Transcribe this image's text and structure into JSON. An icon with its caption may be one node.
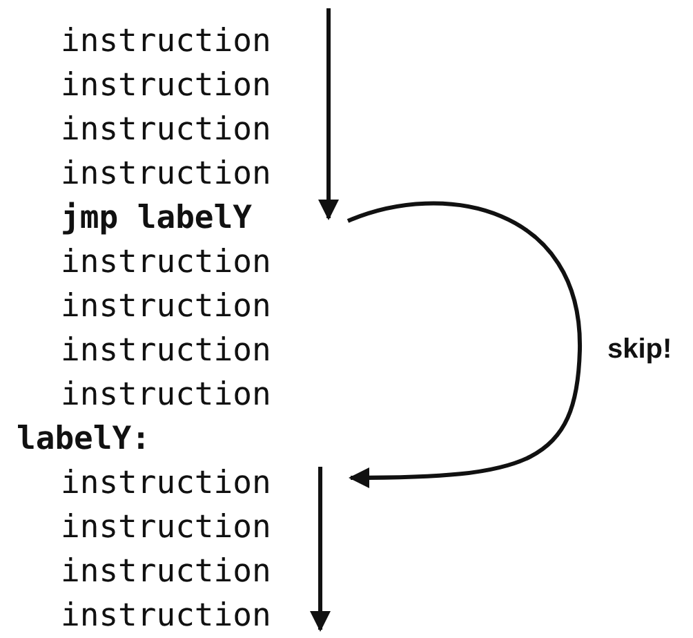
{
  "diagram": {
    "nodes": [
      {
        "text": [
          "jmp labelY"
        ]
      },
      {
        "text": [
          "instruction"
        ]
      }
    ],
    "edges": [
      {
        "from": null,
        "to": 0,
        "arrow": "to"
      },
      {
        "from": 0,
        "to": 1,
        "arrow": "to",
        "label": "skip!"
      },
      {
        "from": 1,
        "to": null,
        "arrow": "to"
      }
    ],
    "labels": [
      "instruction",
      "instruction",
      "instruction",
      "instruction",
      "instruction",
      "instruction",
      "instruction",
      "instruction",
      "labelY:",
      "instruction",
      "instruction",
      "instruction"
    ]
  }
}
